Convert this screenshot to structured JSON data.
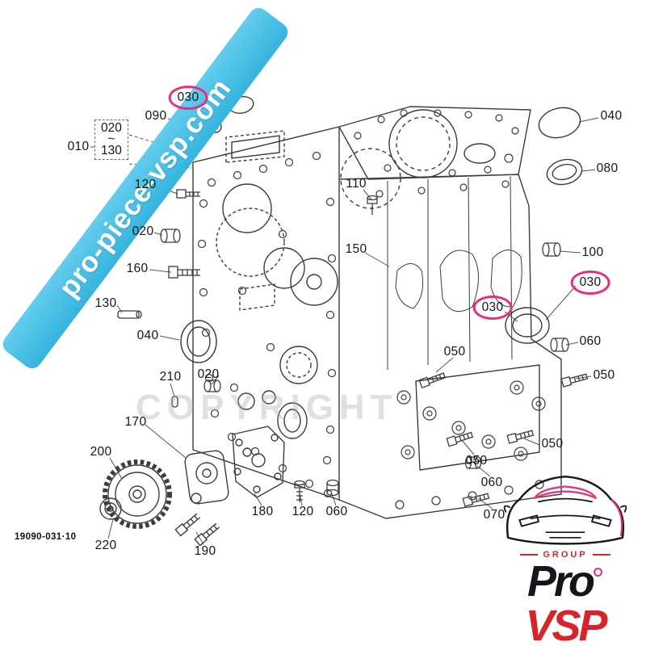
{
  "site_watermark": {
    "banner_text": "pro-piece-vsp.com",
    "banner_color": "#49c2e8",
    "copyright_text": "COPYRIGHT"
  },
  "diagram": {
    "drawing_ref": "19090-031·10",
    "highlight_color": "#ea2e7e",
    "bracket_tilde": "~",
    "callouts": [
      {
        "label": "030",
        "circled": true
      },
      {
        "label": "090",
        "circled": false
      },
      {
        "label": "010",
        "circled": false
      },
      {
        "label": "020",
        "circled": false
      },
      {
        "label": "130",
        "circled": false
      },
      {
        "label": "120",
        "circled": false
      },
      {
        "label": "110",
        "circled": false
      },
      {
        "label": "040",
        "circled": false
      },
      {
        "label": "080",
        "circled": false
      },
      {
        "label": "020",
        "circled": false
      },
      {
        "label": "100",
        "circled": false
      },
      {
        "label": "160",
        "circled": false
      },
      {
        "label": "150",
        "circled": false
      },
      {
        "label": "030",
        "circled": true
      },
      {
        "label": "130",
        "circled": false
      },
      {
        "label": "030",
        "circled": true
      },
      {
        "label": "040",
        "circled": false
      },
      {
        "label": "060",
        "circled": false
      },
      {
        "label": "050",
        "circled": false
      },
      {
        "label": "020",
        "circled": false
      },
      {
        "label": "050",
        "circled": false
      },
      {
        "label": "210",
        "circled": false
      },
      {
        "label": "170",
        "circled": false
      },
      {
        "label": "050",
        "circled": false
      },
      {
        "label": "200",
        "circled": false
      },
      {
        "label": "050",
        "circled": false
      },
      {
        "label": "060",
        "circled": false
      },
      {
        "label": "180",
        "circled": false
      },
      {
        "label": "120",
        "circled": false
      },
      {
        "label": "060",
        "circled": false
      },
      {
        "label": "070",
        "circled": false
      },
      {
        "label": "220",
        "circled": false
      },
      {
        "label": "190",
        "circled": false
      }
    ]
  },
  "logo": {
    "group_label": "GROUP",
    "brand_pro": "Pro",
    "brand_vsp": "VSP",
    "pro_color": "#15161a",
    "vsp_color": "#d8232a",
    "accent_color": "#ea2e7e"
  }
}
